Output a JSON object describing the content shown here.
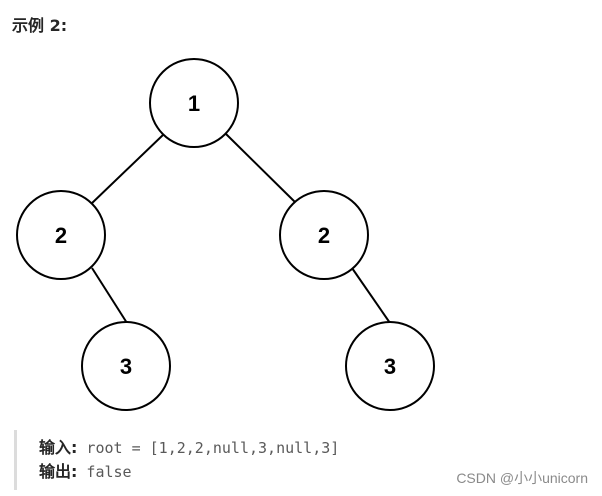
{
  "heading": "示例 2:",
  "tree": {
    "root": "1",
    "left": "2",
    "right": "2",
    "left_child": "3",
    "right_child": "3"
  },
  "code": {
    "input_label": "输入:",
    "input_value": " root = [1,2,2,null,3,null,3]",
    "output_label": "输出:",
    "output_value": " false"
  },
  "watermark": "CSDN @小小unicorn"
}
